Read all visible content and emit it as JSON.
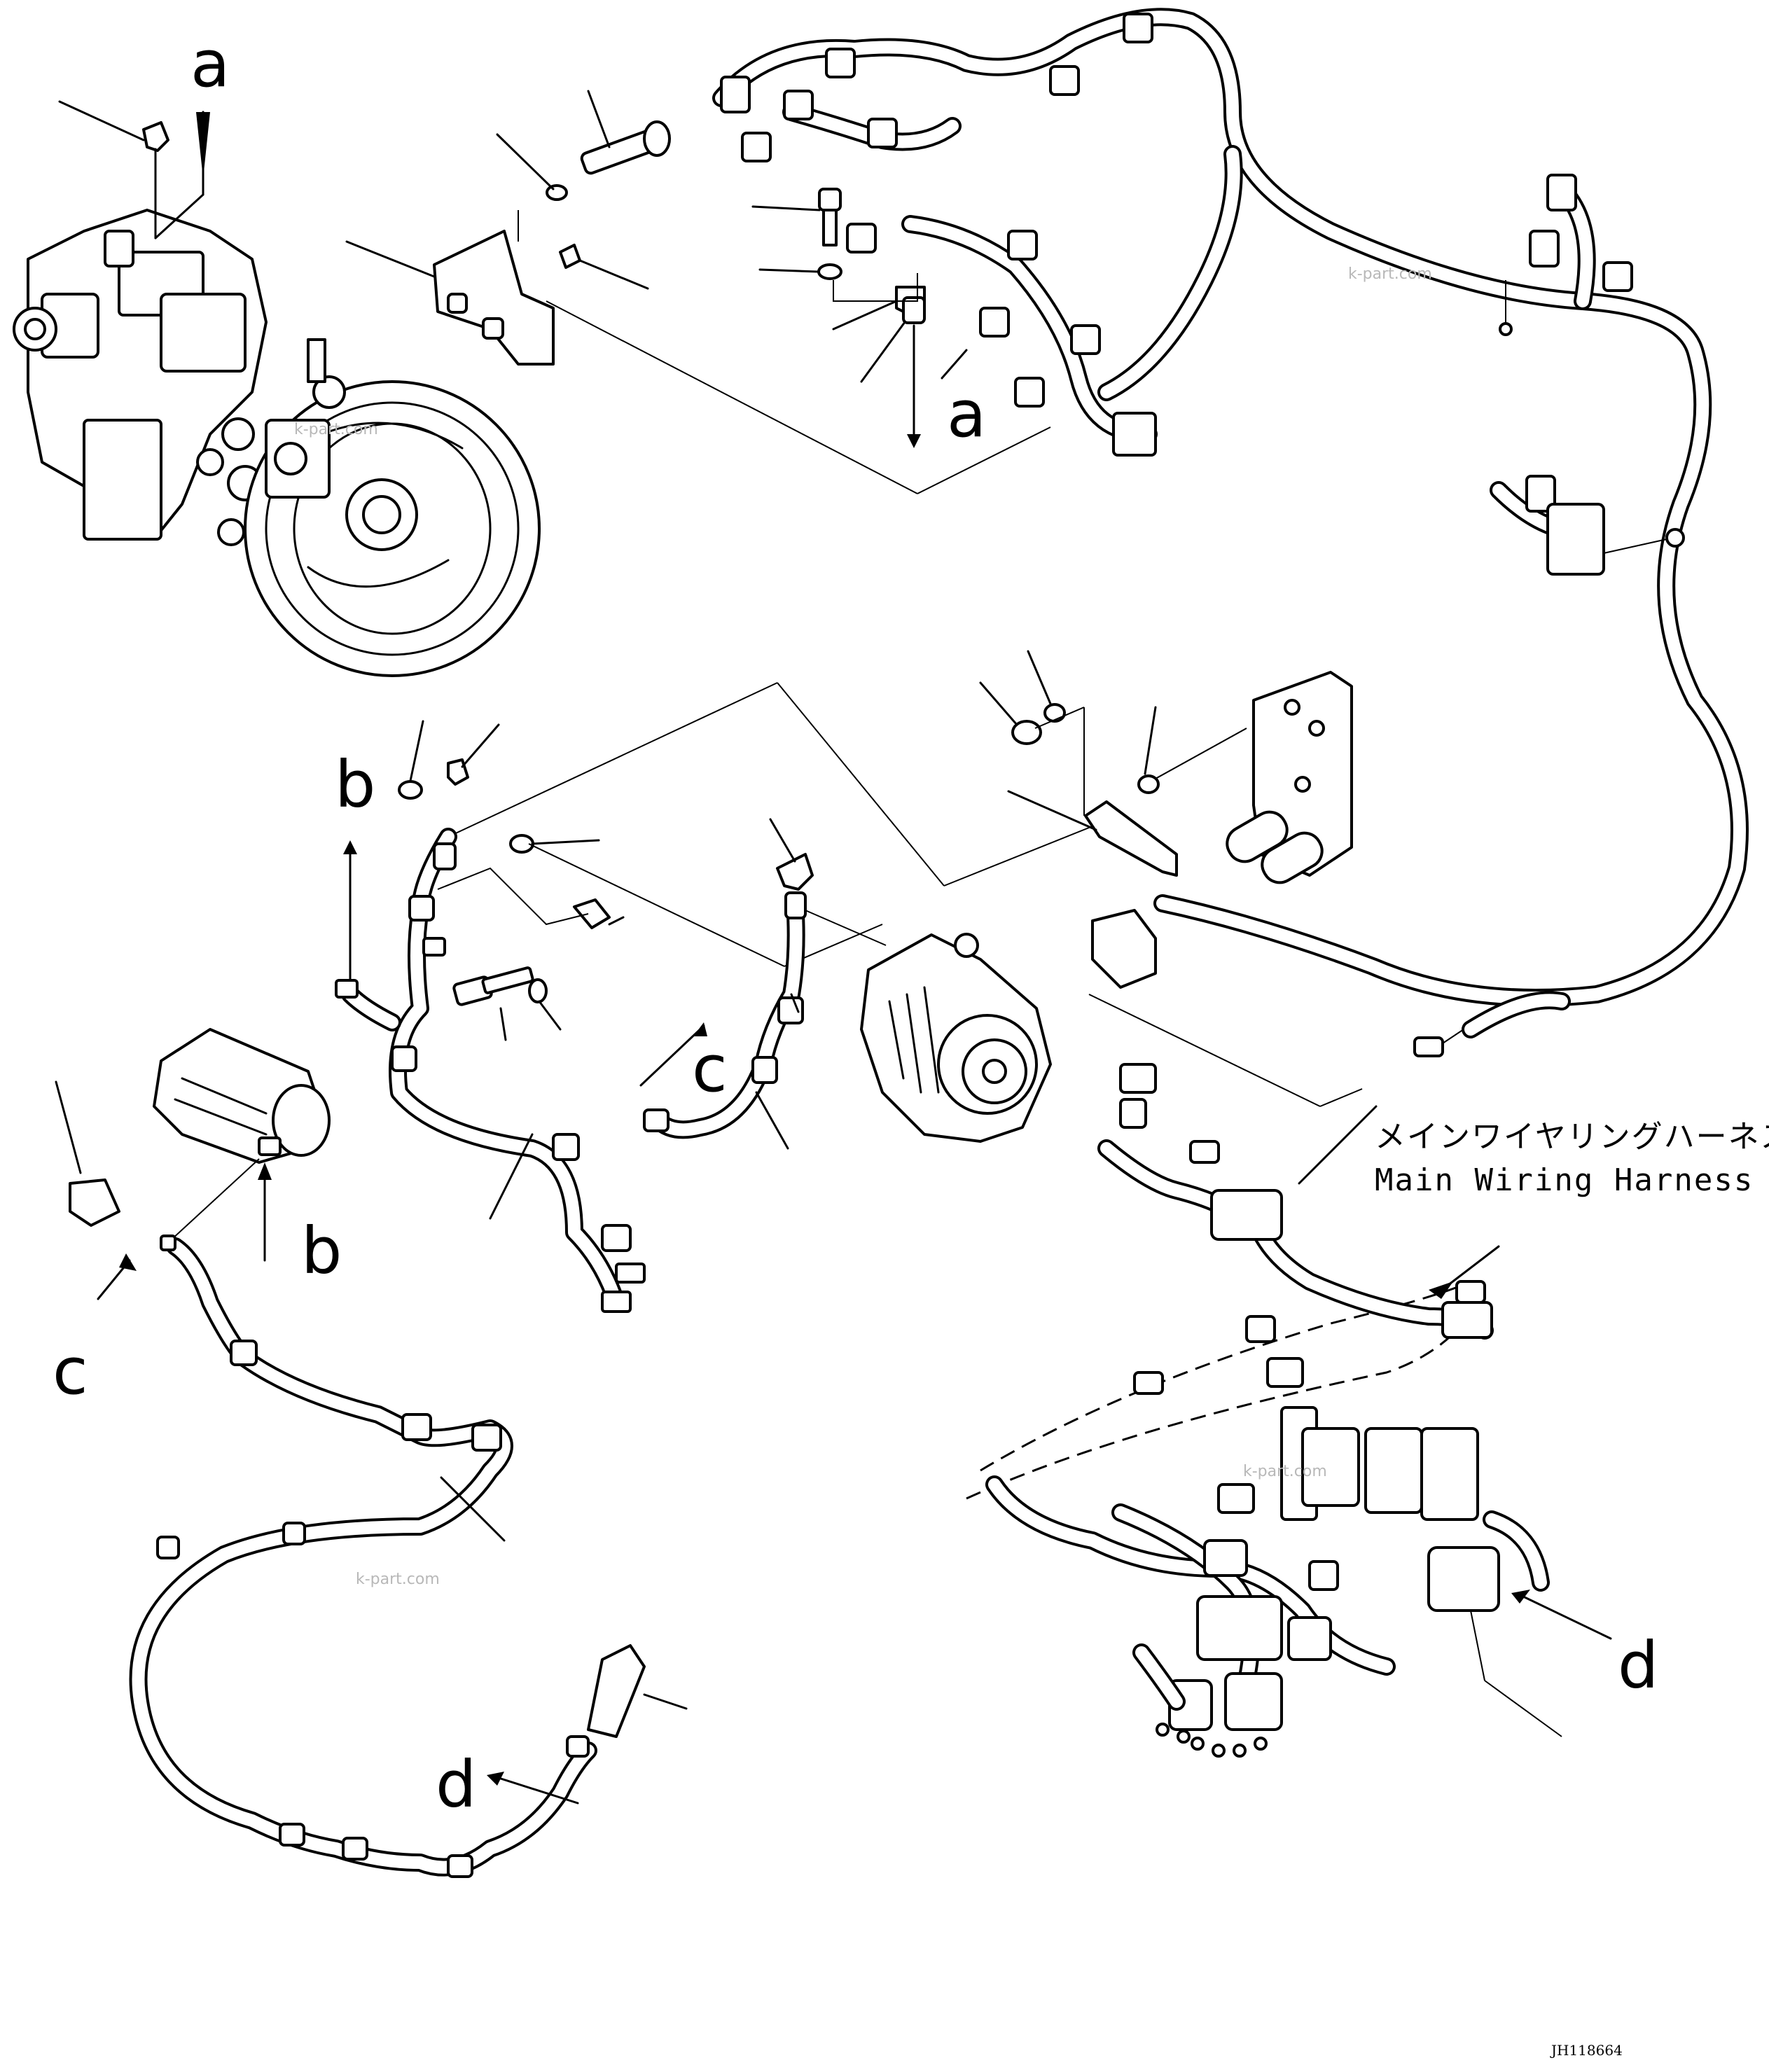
{
  "labels": {
    "a": "a",
    "b": "b",
    "c": "c",
    "d": "d"
  },
  "harness": {
    "name_jp": "メインワイヤリングハーネス",
    "name_en": "Main Wiring Harness"
  },
  "watermark": "k-part.com",
  "drawing_code": "JH118664",
  "icons": [
    "hydraulic-pump",
    "bracket",
    "bolt",
    "washer",
    "nut",
    "clip",
    "alternator",
    "starter-motor",
    "relay-block",
    "controller-connector",
    "wiring-harness"
  ]
}
